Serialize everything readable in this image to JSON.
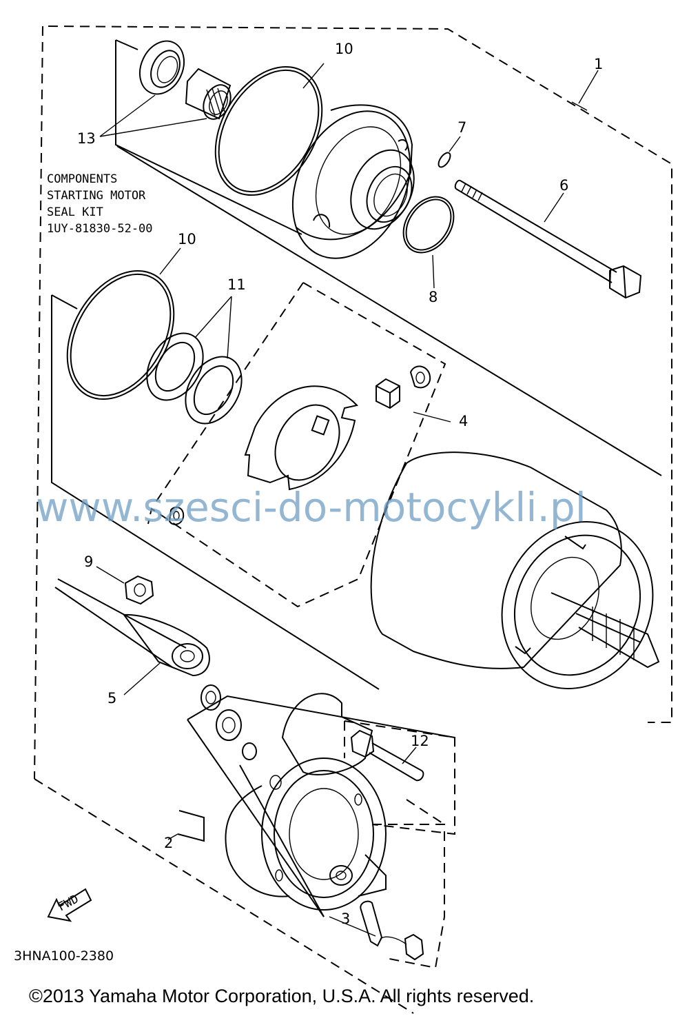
{
  "components_note": {
    "line1": "COMPONENTS",
    "line2": "STARTING MOTOR",
    "line3": "SEAL KIT",
    "line4": "1UY-81830-52-00"
  },
  "callouts": {
    "c1": "1",
    "c2": "2",
    "c3": "3",
    "c4": "4",
    "c5": "5",
    "c6": "6",
    "c7": "7",
    "c8": "8",
    "c9": "9",
    "c10a": "10",
    "c10b": "10",
    "c11": "11",
    "c12": "12",
    "c13": "13"
  },
  "fwd_label": "FWD",
  "diagram_code": "3HNA100-2380",
  "watermark": "www.szesci-do-motocykli.pl",
  "copyright": "©2013 Yamaha Motor Corporation, U.S.A. All rights reserved."
}
